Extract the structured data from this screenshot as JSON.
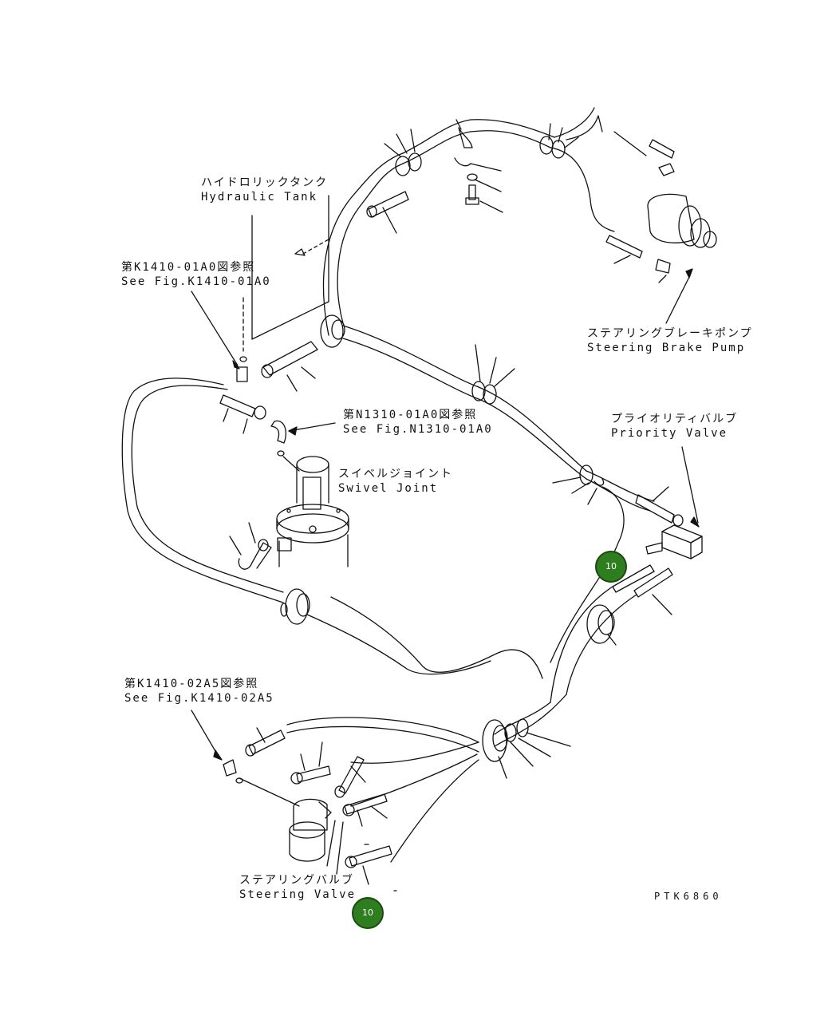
{
  "labels": {
    "hydraulic_tank_jp": "ハイドロリックタンク",
    "hydraulic_tank_en": "Hydraulic Tank",
    "ref_k141001_jp": "第K1410-01A0図参照",
    "ref_k141001_en": "See Fig.K1410-01A0",
    "ref_n131001_jp": "第N1310-01A0図参照",
    "ref_n131001_en": "See Fig.N1310-01A0",
    "swivel_joint_jp": "スイベルジョイント",
    "swivel_joint_en": "Swivel Joint",
    "steering_brake_pump_jp": "ステアリングブレーキポンプ",
    "steering_brake_pump_en": "Steering Brake Pump",
    "priority_valve_jp": "プライオリティバルブ",
    "priority_valve_en": "Priority Valve",
    "ref_k141002_jp": "第K1410-02A5図参照",
    "ref_k141002_en": "See Fig.K1410-02A5",
    "steering_valve_jp": "ステアリングバルブ",
    "steering_valve_en": "Steering Valve",
    "drawing_code": "PTK6860"
  },
  "callouts": [
    {
      "id": "part-10-upper",
      "label": "10",
      "color": "#2e7d1e"
    },
    {
      "id": "part-10-lower",
      "label": "10",
      "color": "#2e7d1e"
    }
  ]
}
